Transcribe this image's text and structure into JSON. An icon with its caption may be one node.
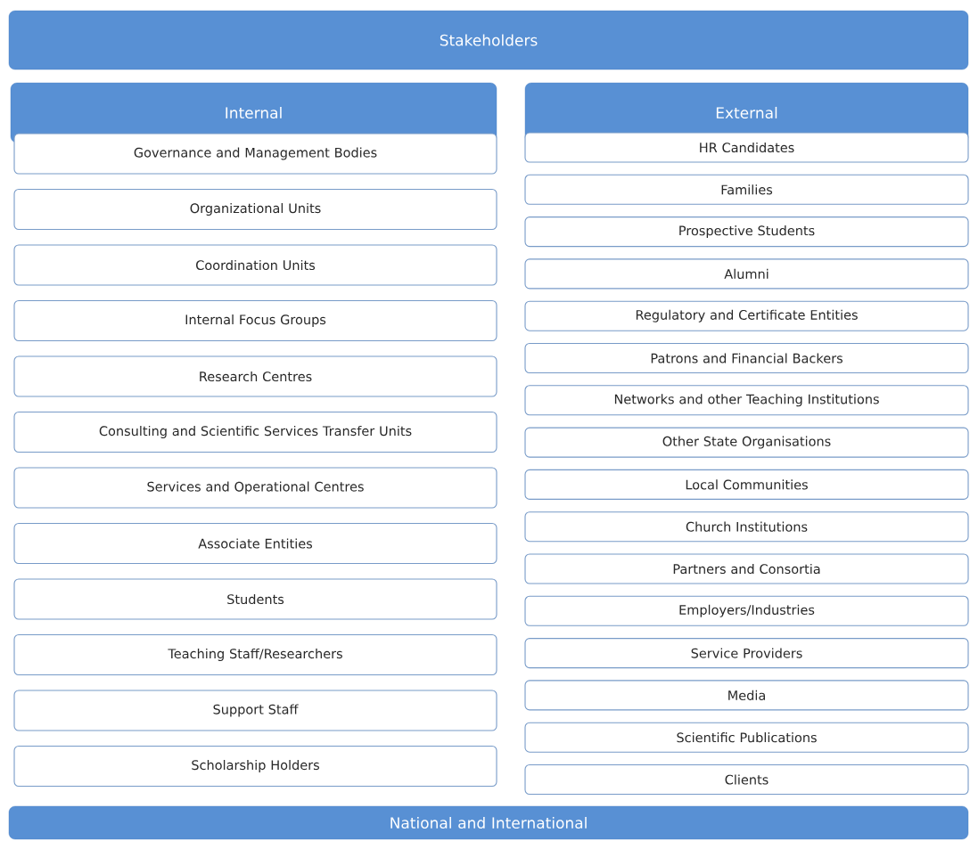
{
  "diagram": {
    "nodes": [
      {
        "text": [
          "Stakeholders"
        ]
      },
      {
        "text": [
          "Internal"
        ]
      },
      {
        "text": [
          "External"
        ]
      },
      {
        "text": [
          "Governance and Management Bodies"
        ]
      },
      {
        "text": [
          "Organizational Units"
        ]
      },
      {
        "text": [
          "Coordination Units"
        ]
      },
      {
        "text": [
          "Internal Focus Groups"
        ]
      },
      {
        "text": [
          "Research Centres"
        ]
      },
      {
        "text": [
          "Consulting and Scientific Services Transfer Units"
        ]
      },
      {
        "text": [
          "Services and Operational Centres"
        ]
      },
      {
        "text": [
          "Associate Entities"
        ]
      },
      {
        "text": [
          "Students"
        ]
      },
      {
        "text": [
          "Teaching Staff/Researchers"
        ]
      },
      {
        "text": [
          "Support Staff"
        ]
      },
      {
        "text": [
          "Scholarship Holders"
        ]
      },
      {
        "text": [
          "HR Candidates"
        ]
      },
      {
        "text": [
          "Families"
        ]
      },
      {
        "text": [
          "Prospective Students"
        ]
      },
      {
        "text": [
          "Alumni"
        ]
      },
      {
        "text": [
          "Regulatory and Certificate Entities"
        ]
      },
      {
        "text": [
          "Patrons and Financial Backers"
        ]
      },
      {
        "text": [
          "Networks and other Teaching Institutions"
        ]
      },
      {
        "text": [
          "Other State Organisations"
        ]
      },
      {
        "text": [
          "Local Communities"
        ]
      },
      {
        "text": [
          "Church Institutions"
        ]
      },
      {
        "text": [
          "Partners and Consortia"
        ]
      },
      {
        "text": [
          "Employers/Industries"
        ]
      },
      {
        "text": [
          "Service Providers"
        ]
      },
      {
        "text": [
          "Media"
        ]
      },
      {
        "text": [
          "Scientific Publications"
        ]
      },
      {
        "text": [
          "Clients"
        ]
      },
      {
        "text": [
          "National and International"
        ]
      }
    ]
  }
}
